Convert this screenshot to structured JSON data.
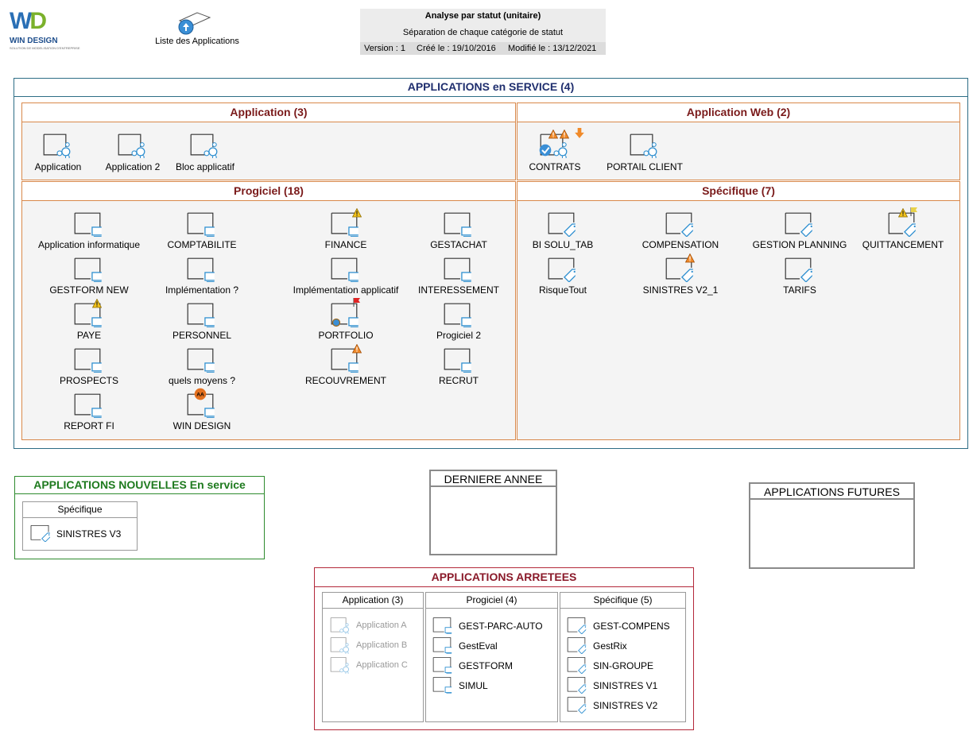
{
  "logo": {
    "letters": "WD",
    "brand": "WIN DESIGN",
    "tagline": "SOLUTION DE MODELISATION D'ENTREPRISE"
  },
  "nav": {
    "app_list": "Liste des Applications"
  },
  "info": {
    "title": "Analyse par statut (unitaire)",
    "subtitle": "Séparation de chaque catégorie de statut",
    "version": "Version : 1",
    "created": "Créé le : 19/10/2016",
    "modified": "Modifié le : 13/12/2021"
  },
  "service": {
    "title": "APPLICATIONS en SERVICE (4)",
    "application": {
      "title": "Application (3)",
      "items": [
        "Application",
        "Application 2",
        "Bloc applicatif"
      ]
    },
    "web": {
      "title": "Application Web (2)",
      "items": [
        "CONTRATS",
        "PORTAIL CLIENT"
      ]
    },
    "progiciel": {
      "title": "Progiciel (18)",
      "items": [
        "Application informatique",
        "COMPTABILITE",
        "FINANCE",
        "GESTACHAT",
        "GESTFORM NEW",
        "Implémentation ?",
        "Implémentation applicatif",
        "INTERESSEMENT",
        "PAYE",
        "PERSONNEL",
        "PORTFOLIO",
        "Progiciel 2",
        "PROSPECTS",
        "quels moyens ?",
        "RECOUVREMENT",
        "RECRUT",
        "REPORT FI",
        "WIN DESIGN"
      ],
      "badge_text": "AA"
    },
    "specifique": {
      "title": "Spécifique (7)",
      "items": [
        "BI SOLU_TAB",
        "COMPENSATION",
        "GESTION PLANNING",
        "QUITTANCEMENT",
        "RisqueTout",
        "SINISTRES V2_1",
        "TARIFS"
      ]
    }
  },
  "nouvelles": {
    "title": "APPLICATIONS NOUVELLES En service",
    "sub_title": "Spécifique",
    "items": [
      "SINISTRES V3"
    ]
  },
  "derniere": {
    "title": "DERNIERE ANNEE"
  },
  "futures": {
    "title": "APPLICATIONS FUTURES"
  },
  "arretees": {
    "title": "APPLICATIONS ARRETEES",
    "application": {
      "title": "Application (3)",
      "items": [
        "Application A",
        "Application B",
        "Application C"
      ]
    },
    "progiciel": {
      "title": "Progiciel (4)",
      "items": [
        "GEST-PARC-AUTO",
        "GestEval",
        "GESTFORM",
        "SIMUL"
      ]
    },
    "specifique": {
      "title": "Spécifique (5)",
      "items": [
        "GEST-COMPENS",
        "GestRix",
        "SIN-GROUPE",
        "SINISTRES V1",
        "SINISTRES V2"
      ]
    }
  },
  "colors": {
    "service_border": "#2d6d86",
    "panel_border": "#d8884a",
    "panel_title": "#7a1a1a",
    "new_green": "#1e7a1e",
    "stopped_red": "#8a1a2a",
    "icon_blue": "#2e8fd0"
  },
  "icons": [
    "app-network-icon",
    "package-screen-icon",
    "specific-tag-icon",
    "warning-icon",
    "flag-icon",
    "check-badge-icon",
    "download-arrow-icon",
    "list-upload-icon"
  ]
}
